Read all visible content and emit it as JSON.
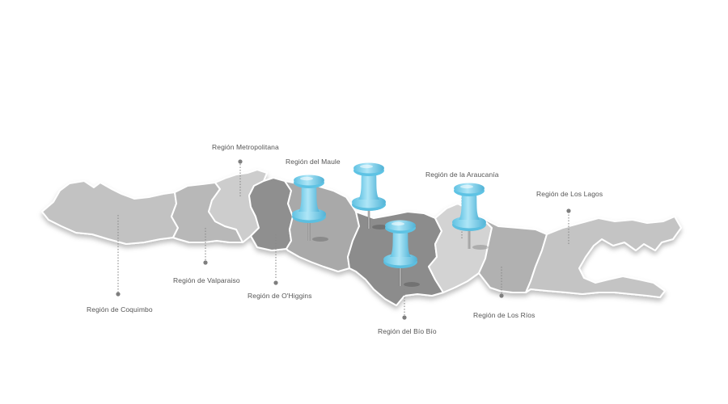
{
  "colors": {
    "region_light": "#cfcfcf",
    "region_mid": "#b4b4b4",
    "region_dark": "#8e8e8e",
    "pin": "#7fd3ee",
    "leader": "#8a8a8a"
  },
  "regions": [
    {
      "id": "coquimbo",
      "label": "Región de Coquimbo"
    },
    {
      "id": "valparaiso",
      "label": "Región de Valparaiso"
    },
    {
      "id": "metropolitana",
      "label": "Región Metropolitana"
    },
    {
      "id": "ohiggins",
      "label": "Región de O'Higgins"
    },
    {
      "id": "maule",
      "label": "Región del Maule",
      "pinned": true
    },
    {
      "id": "biobio",
      "label": "Región del Bío Bío",
      "pinned": true
    },
    {
      "id": "araucania",
      "label": "Región de la Araucanía",
      "pinned": true
    },
    {
      "id": "losrios",
      "label": "Región de Los Ríos"
    },
    {
      "id": "loslagos",
      "label": "Región de Los Lagos"
    }
  ],
  "pin_icon": "pushpin-icon"
}
